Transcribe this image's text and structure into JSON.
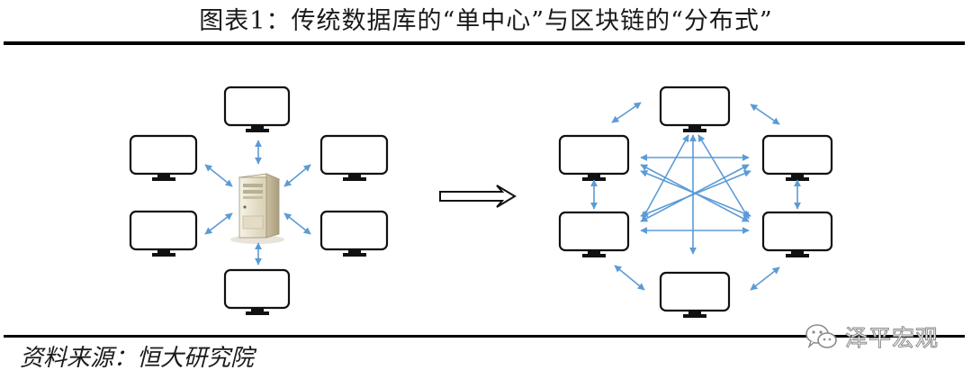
{
  "title": "图表1：传统数据库的“单中心”与区块链的“分布式”",
  "source": "资料来源：恒大研究院",
  "watermark": {
    "text": "泽平宏观",
    "icon": "wechat-icon"
  },
  "colors": {
    "arrow": "#5b9bd5",
    "monitor_stroke": "#111111",
    "server_body": "#ece6d2"
  },
  "diagram": {
    "left": {
      "server": {
        "icon": "server-tower-icon"
      },
      "monitor_count": 6
    },
    "transition": {
      "icon": "double-arrow-right-icon"
    },
    "right": {
      "monitor_count": 6
    }
  }
}
